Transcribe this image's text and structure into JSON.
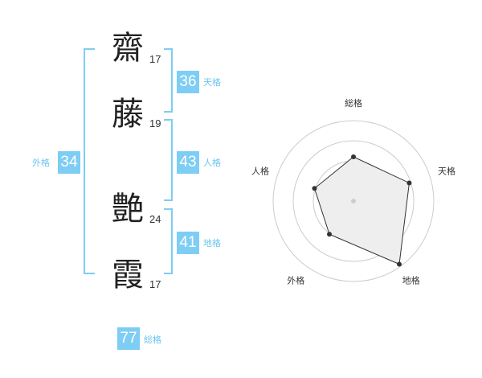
{
  "name_chars": [
    {
      "char": "齋",
      "strokes": "17"
    },
    {
      "char": "藤",
      "strokes": "19"
    },
    {
      "char": "艶",
      "strokes": "24"
    },
    {
      "char": "霞",
      "strokes": "17"
    }
  ],
  "scores": {
    "tenkaku": {
      "value": "36",
      "label": "天格"
    },
    "jinkaku": {
      "value": "43",
      "label": "人格"
    },
    "chikaku": {
      "value": "41",
      "label": "地格"
    },
    "gaikaku": {
      "value": "34",
      "label": "外格"
    },
    "soukaku": {
      "value": "77",
      "label": "総格"
    }
  },
  "radar": {
    "axes": [
      "総格",
      "天格",
      "地格",
      "外格",
      "人格"
    ],
    "values": [
      0.55,
      0.73,
      0.97,
      0.51,
      0.51
    ],
    "colors": {
      "line": "#333333",
      "fill": "#eeeeee",
      "grid": "#cccccc",
      "point": "#333333"
    }
  },
  "colors": {
    "accent": "#7ecdf4"
  }
}
